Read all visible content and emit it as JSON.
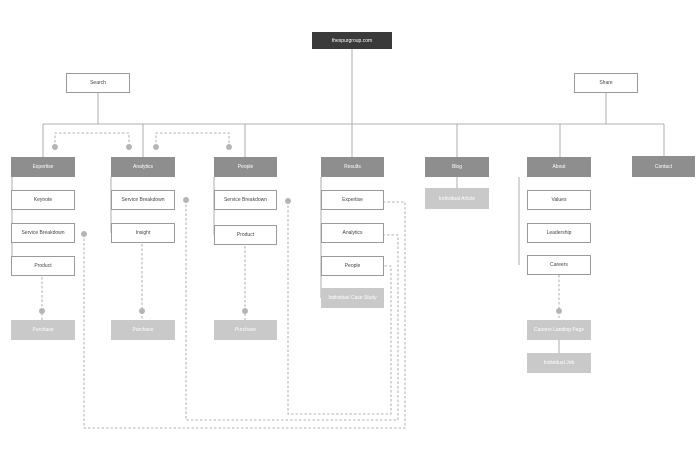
{
  "site": {
    "root": "thespurgroup.com"
  },
  "utility": {
    "search": "Search",
    "share": "Share"
  },
  "nav": {
    "expertise": {
      "label": "Expertise",
      "children": [
        "Keynote",
        "Service Breakdown",
        "Product"
      ],
      "leaf": "Purchase"
    },
    "analytics": {
      "label": "Analytics",
      "children": [
        "Service Breakdown",
        "Insight"
      ],
      "leaf": "Purchase"
    },
    "people": {
      "label": "People",
      "children": [
        "Service Breakdown",
        "Product"
      ],
      "leaf": "Purchase"
    },
    "results": {
      "label": "Results",
      "children": [
        "Expertise",
        "Analytics",
        "People"
      ],
      "leaf": "Individual Case Study"
    },
    "blog": {
      "label": "Blog",
      "leaf": "Individual Article"
    },
    "about": {
      "label": "About",
      "children": [
        "Values",
        "Leadership",
        "Careers"
      ],
      "leaf": "Careers Landing Page",
      "leaf2": "Individual Job"
    },
    "contact": {
      "label": "Contact"
    }
  },
  "colors": {
    "root": "#3a3a3a",
    "primary": "#8e8e8e",
    "terminal": "#c9c9c9",
    "line": "#9a9a9a"
  }
}
